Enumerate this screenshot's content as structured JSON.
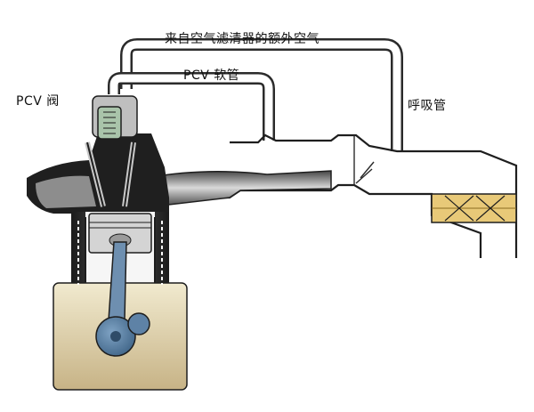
{
  "labels": {
    "fresh_air": "来自空气滤清器的额外空气",
    "pcv_hose": "PCV 软管",
    "pcv_valve": "PCV 阀",
    "breather": "呼吸管"
  },
  "colors": {
    "outline": "#1e1e1e",
    "crankcase_top": "#ece3c8",
    "crankcase_bottom": "#c9b68a",
    "piston": "#d4d4d4",
    "connecting_rod": "#6e8fb0",
    "valve_body": "#a9c4aa",
    "background": "#ffffff"
  }
}
